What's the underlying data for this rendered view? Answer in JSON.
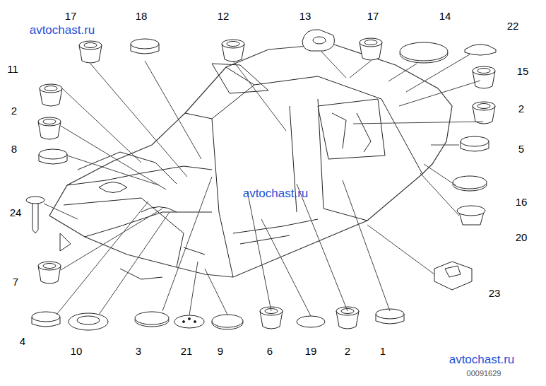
{
  "diagram": {
    "labels": [
      "17",
      "18",
      "12",
      "13",
      "17",
      "14",
      "22",
      "11",
      "15",
      "2",
      "2",
      "5",
      "8",
      "24",
      "16",
      "20",
      "7",
      "23",
      "4",
      "10",
      "3",
      "21",
      "9",
      "6",
      "19",
      "2",
      "1",
      "avtochast.ru",
      "avtochast.ru",
      "avtochast.ru",
      "00091629"
    ]
  }
}
